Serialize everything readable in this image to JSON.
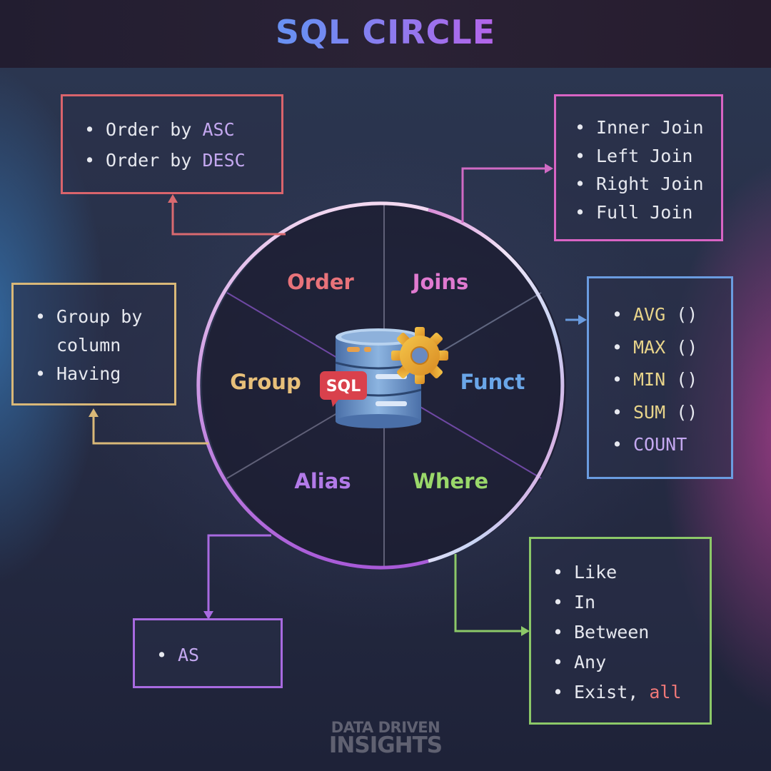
{
  "title": "SQL CIRCLE",
  "colors": {
    "order": "#e8737a",
    "joins": "#e07ad0",
    "funct": "#6aa6e8",
    "where": "#9ad86a",
    "alias": "#b27ae8",
    "group": "#e8c07a",
    "keyword_purple": "#c4a8f0",
    "keyword_yellow": "#e8d48a",
    "keyword_red": "#f07878"
  },
  "segments": {
    "order": "Order",
    "joins": "Joins",
    "funct": "Funct",
    "where": "Where",
    "alias": "Alias",
    "group": "Group"
  },
  "center_icon": {
    "name": "database-gear-icon",
    "badge": "SQL"
  },
  "boxes": {
    "order": {
      "items": [
        {
          "text": "Order by ",
          "keyword": "ASC"
        },
        {
          "text": "Order by ",
          "keyword": "DESC"
        }
      ]
    },
    "joins": {
      "items": [
        {
          "text": "Inner Join"
        },
        {
          "text": "Left Join"
        },
        {
          "text": "Right Join"
        },
        {
          "text": "Full Join"
        }
      ]
    },
    "group": {
      "items": [
        {
          "text": "Group by"
        },
        {
          "text": "column",
          "continuation": true
        },
        {
          "text": "Having"
        }
      ]
    },
    "funct": {
      "items": [
        {
          "keyword": "AVG",
          "text": " ()"
        },
        {
          "keyword": "MAX",
          "text": " ()"
        },
        {
          "keyword": "MIN",
          "text": " ()"
        },
        {
          "keyword": "SUM",
          "text": " ()"
        },
        {
          "keyword": "COUNT",
          "text": ""
        }
      ]
    },
    "alias": {
      "items": [
        {
          "keyword": "AS",
          "text": ""
        }
      ]
    },
    "where": {
      "items": [
        {
          "text": "Like"
        },
        {
          "text": "In"
        },
        {
          "text": "Between"
        },
        {
          "text": "Any"
        },
        {
          "text": "Exist, ",
          "keyword": "all"
        }
      ]
    }
  },
  "footer": {
    "line1": "DATA DRIVEN",
    "line2": "INSIGHTS"
  }
}
